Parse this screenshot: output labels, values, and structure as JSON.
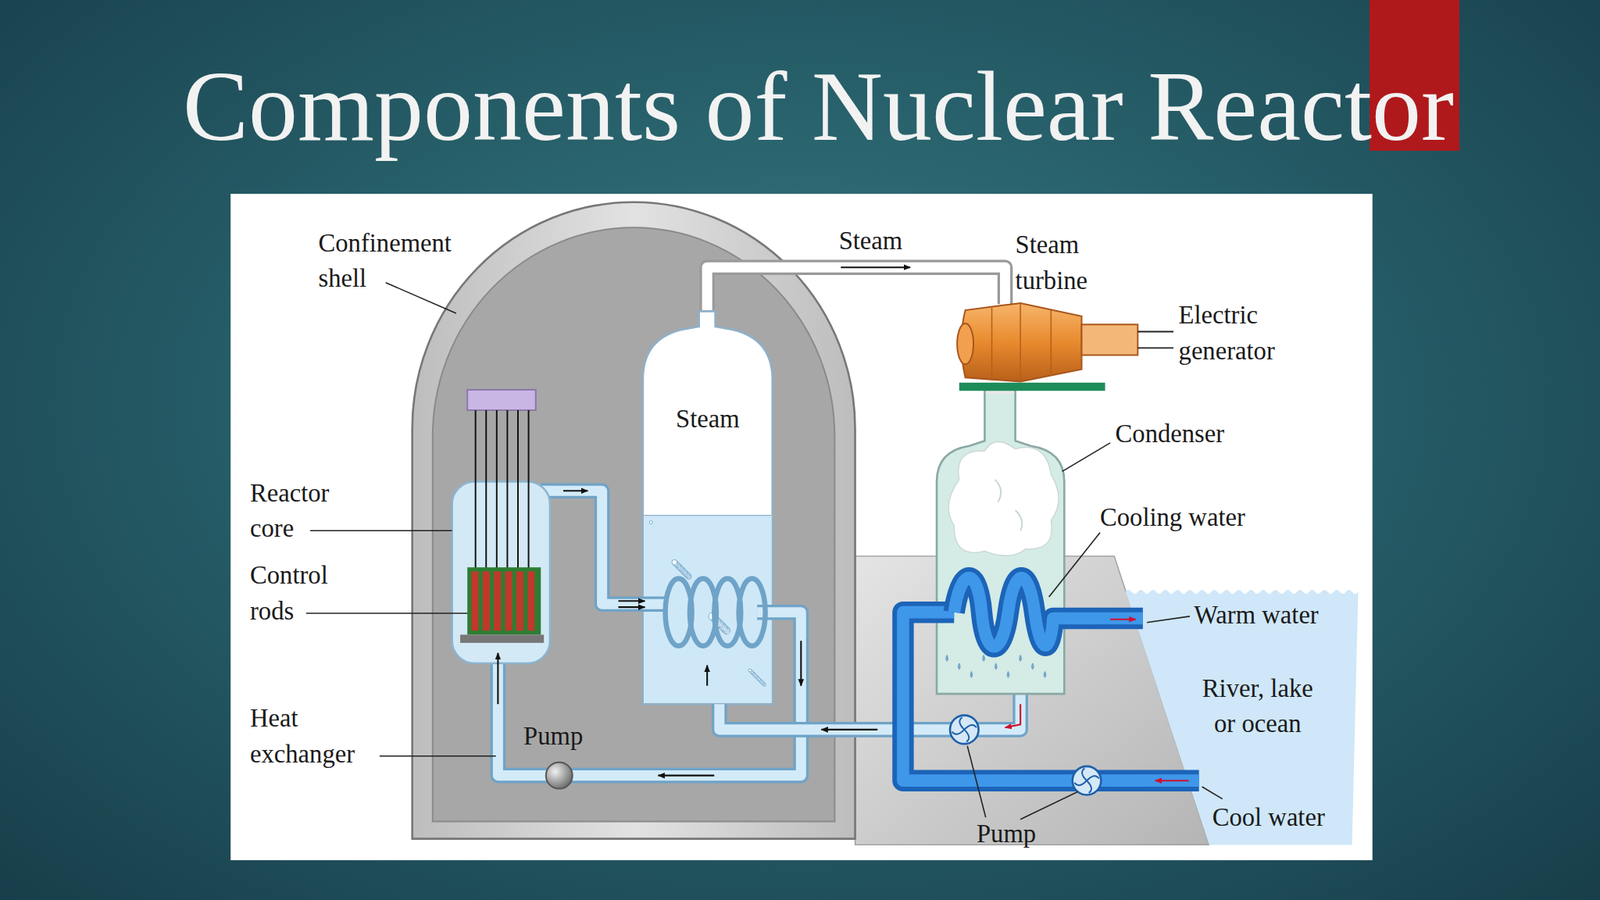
{
  "diagram": {
    "title": "Components of Nuclear Reactor",
    "nodes": [
      {
        "text": [
          "Steam"
        ]
      },
      {
        "text": [
          "River, lake or ocean"
        ]
      }
    ],
    "labels": [
      "Confinement shell",
      "Steam",
      "Steam turbine",
      "Electric generator",
      "Condenser",
      "Reactor core",
      "Cooling water",
      "Control rods",
      "Warm water",
      "Heat exchanger",
      "Pump",
      "Pump",
      "Cool water"
    ]
  }
}
